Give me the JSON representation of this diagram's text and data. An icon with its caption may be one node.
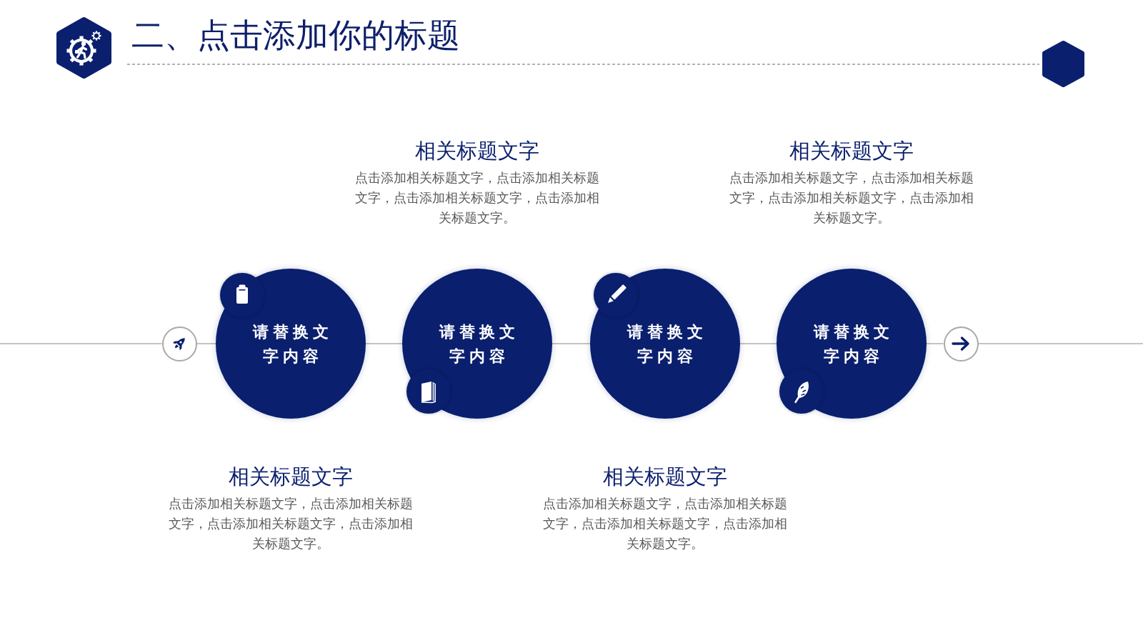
{
  "diagram": {
    "title": "二、点击添加你的标题",
    "nodes": [
      {
        "text": [],
        "shape": "circle"
      },
      {
        "text": [
          "请替换文字内容"
        ],
        "beside": [
          "相关标题文字",
          "点击添加相关标题文字，点击添加相关标题文字，点击添加相关标题文字，点击添加相关标题文字。"
        ]
      },
      {
        "text": [
          "请替换文字内容"
        ],
        "beside": [
          "相关标题文字",
          "点击添加相关标题文字，点击添加相关标题文字，点击添加相关标题文字，点击添加相关标题文字。"
        ]
      },
      {
        "text": [
          "请替换文字内容"
        ],
        "beside": [
          "相关标题文字",
          "点击添加相关标题文字，点击添加相关标题文字，点击添加相关标题文字，点击添加相关标题文字。"
        ]
      },
      {
        "text": [
          "请替换文字内容"
        ],
        "beside": [
          "相关标题文字",
          "点击添加相关标题文字，点击添加相关标题文字，点击添加相关标题文字，点击添加相关标题文字。"
        ]
      },
      {
        "text": [],
        "shape": "circle"
      }
    ],
    "edges": [
      {
        "from": null,
        "to": 0,
        "arrow": "none"
      },
      {
        "from": 0,
        "to": 1,
        "arrow": "none"
      },
      {
        "from": 1,
        "to": 2,
        "arrow": "none"
      },
      {
        "from": 2,
        "to": 3,
        "arrow": "none"
      },
      {
        "from": 3,
        "to": 4,
        "arrow": "none"
      },
      {
        "from": 4,
        "to": 5,
        "arrow": "none"
      },
      {
        "from": 5,
        "to": null,
        "arrow": "none"
      }
    ]
  }
}
